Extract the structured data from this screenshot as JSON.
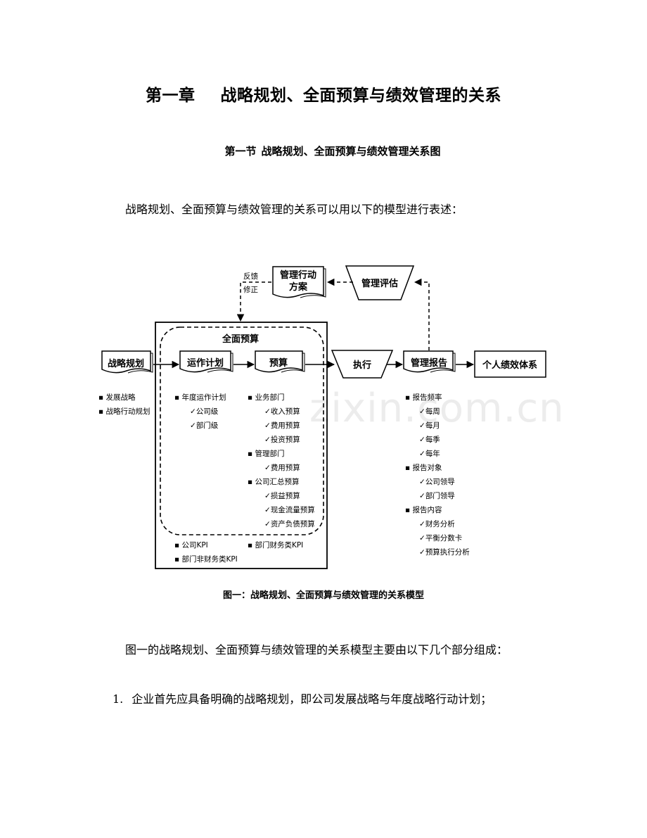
{
  "chapter": {
    "number": "第一章",
    "title": "战略规划、全面预算与绩效管理的关系"
  },
  "section": {
    "number": "第一节",
    "title": "战略规划、全面预算与绩效管理关系图"
  },
  "intro": "战略规划、全面预算与绩效管理的关系可以用以下的模型进行表述：",
  "diagram": {
    "strategy": {
      "label": "战略规划",
      "items": [
        "发展战略",
        "战略行动规划"
      ]
    },
    "budget_frame": {
      "label": "全面预算"
    },
    "operation_plan": {
      "label": "运作计划",
      "header": "年度运作计划",
      "subitems": [
        "公司级",
        "部门级"
      ]
    },
    "budget": {
      "label": "预算",
      "groups": [
        {
          "name": "业务部门",
          "subitems": [
            "收入预算",
            "费用预算",
            "投资预算"
          ]
        },
        {
          "name": "管理部门",
          "subitems": [
            "费用预算"
          ]
        },
        {
          "name": "公司汇总预算",
          "subitems": [
            "损益预算",
            "现金流量预算",
            "资产负债预算"
          ]
        }
      ]
    },
    "kpi_items": [
      "公司KPI",
      "部门财务类KPI",
      "部门非财务类KPI"
    ],
    "execute": {
      "label": "执行"
    },
    "report": {
      "label": "管理报告",
      "groups": [
        {
          "name": "报告频率",
          "subitems": [
            "每周",
            "每月",
            "每季",
            "每年"
          ]
        },
        {
          "name": "报告对象",
          "subitems": [
            "公司领导",
            "部门领导"
          ]
        },
        {
          "name": "报告内容",
          "subitems": [
            "财务分析",
            "平衡分数卡",
            "预算执行分析"
          ]
        }
      ]
    },
    "performance": {
      "label": "个人绩效体系"
    },
    "evaluation": {
      "label": "管理评估"
    },
    "action_plan": {
      "label_line1": "管理行动",
      "label_line2": "方案"
    },
    "feedback": {
      "line1": "反馈",
      "line2": "修正"
    },
    "bullet": "▪",
    "check": "✓",
    "watermark": "zixin.com.cn"
  },
  "caption": "图一：战略规划、全面预算与绩效管理的关系模型",
  "paragraph1": "图一的战略规划、全面预算与绩效管理的关系模型主要由以下几个部分组成：",
  "list": [
    {
      "number": "1.",
      "text": "企业首先应具备明确的战略规划，即公司发展战略与年度战略行动计划；"
    }
  ]
}
